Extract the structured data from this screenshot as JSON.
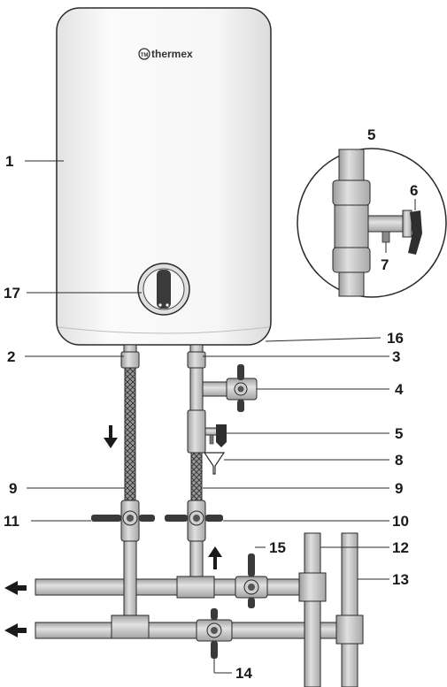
{
  "brand": "thermex",
  "labels": {
    "l1": "1",
    "l2": "2",
    "l3": "3",
    "l4": "4",
    "l5": "5",
    "l5_inset": "5",
    "l6": "6",
    "l7": "7",
    "l8": "8",
    "l9_left": "9",
    "l9_right": "9",
    "l10": "10",
    "l11": "11",
    "l12": "12",
    "l13": "13",
    "l14": "14",
    "l15": "15",
    "l16": "16",
    "l17": "17"
  },
  "colors": {
    "tank_fill": "#f2f2f2",
    "outline": "#2a2a2a",
    "pipe": "#c9c9c9",
    "valve_handle": "#3a3a3a",
    "hose": "#8a8a8a"
  }
}
